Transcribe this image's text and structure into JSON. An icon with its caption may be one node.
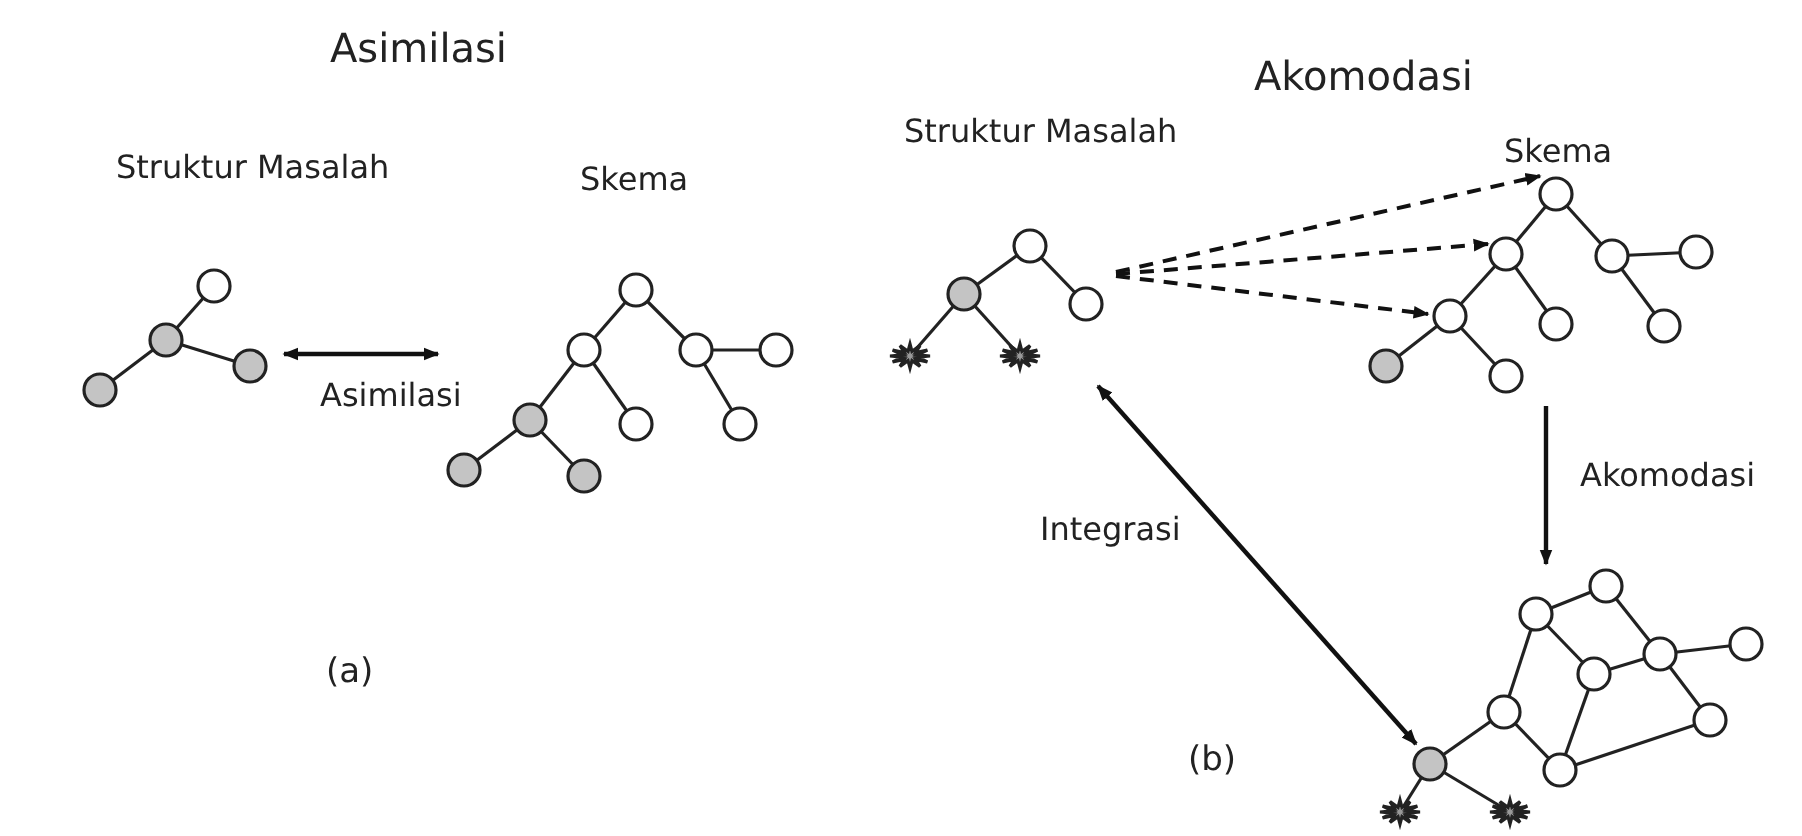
{
  "diagram": {
    "nodes": [
      {
        "text": [
          "Struktur Masalah"
        ]
      },
      {
        "text": [
          "Skema"
        ]
      },
      {
        "text": [
          "Struktur Masalah"
        ]
      },
      {
        "text": [
          "Skema"
        ]
      },
      {
        "text": [],
        "shape": "picture"
      }
    ],
    "edges": [
      {
        "from": 0,
        "to": 1,
        "arrow": "both",
        "label": "Asimilasi"
      },
      {
        "from": 2,
        "to": 3,
        "arrow": "to",
        "style": "dashed"
      },
      {
        "from": 2,
        "to": 3,
        "arrow": "to",
        "style": "dashed"
      },
      {
        "from": 2,
        "to": 3,
        "arrow": "to",
        "style": "dashed"
      },
      {
        "from": 3,
        "to": 4,
        "arrow": "to",
        "label": "Akomodasi"
      },
      {
        "from": 2,
        "to": 4,
        "arrow": "both",
        "label": "Integrasi"
      }
    ],
    "labels": [
      "Asimilasi",
      "Akomodasi",
      "(a)",
      "(b)"
    ]
  }
}
